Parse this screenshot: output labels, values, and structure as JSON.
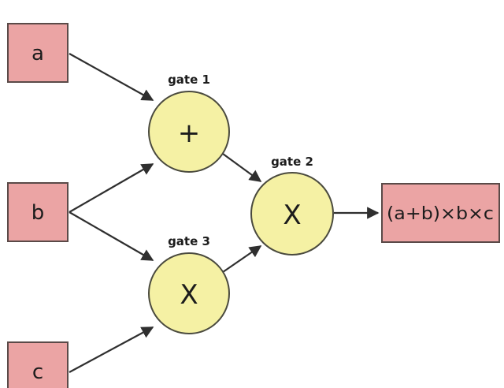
{
  "inputs": {
    "a": "a",
    "b": "b",
    "c": "c"
  },
  "gates": [
    {
      "label": "gate 1",
      "op": "+"
    },
    {
      "label": "gate 2",
      "op": "X"
    },
    {
      "label": "gate 3",
      "op": "X"
    }
  ],
  "output": "(a+b)×b×c",
  "colors": {
    "input_fill": "#eba4a4",
    "gate_fill": "#f5f1a4",
    "edge": "#2f2f2f"
  }
}
